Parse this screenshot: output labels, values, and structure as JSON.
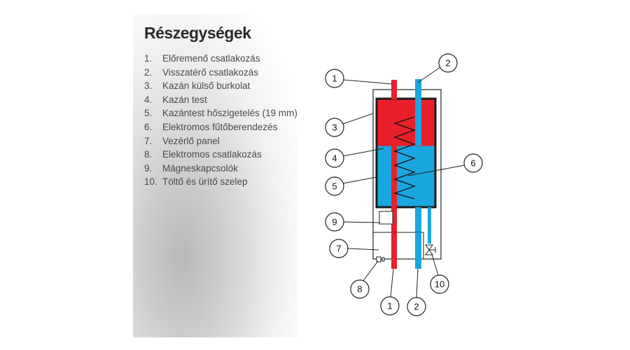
{
  "title": "Részegységek",
  "items": [
    {
      "num": "1.",
      "label": "Előremenő csatlakozás"
    },
    {
      "num": "2.",
      "label": "Visszatérő csatlakozás"
    },
    {
      "num": "3.",
      "label": "Kazán külső burkolat"
    },
    {
      "num": "4.",
      "label": "Kazán test"
    },
    {
      "num": "5.",
      "label": "Kazántest hőszigetelés (19 mm)"
    },
    {
      "num": "6.",
      "label": "Elektromos fűtőberendezés"
    },
    {
      "num": "7.",
      "label": "Vezérlő panel"
    },
    {
      "num": "8.",
      "label": "Elektromos csatlakozás"
    },
    {
      "num": "9.",
      "label": "Mágneskapcsolók"
    },
    {
      "num": "10.",
      "label": "Töltő és ürítő szelep"
    }
  ],
  "callouts": {
    "c1": "1",
    "c2": "2",
    "c3": "3",
    "c4": "4",
    "c5": "5",
    "c6": "6",
    "c7": "7",
    "c8": "8",
    "c9": "9",
    "c10": "10",
    "c1b": "1",
    "c2b": "2"
  },
  "colors": {
    "hot": "#e8202a",
    "cold": "#1aa6e0",
    "border": "#1a1a1a"
  }
}
